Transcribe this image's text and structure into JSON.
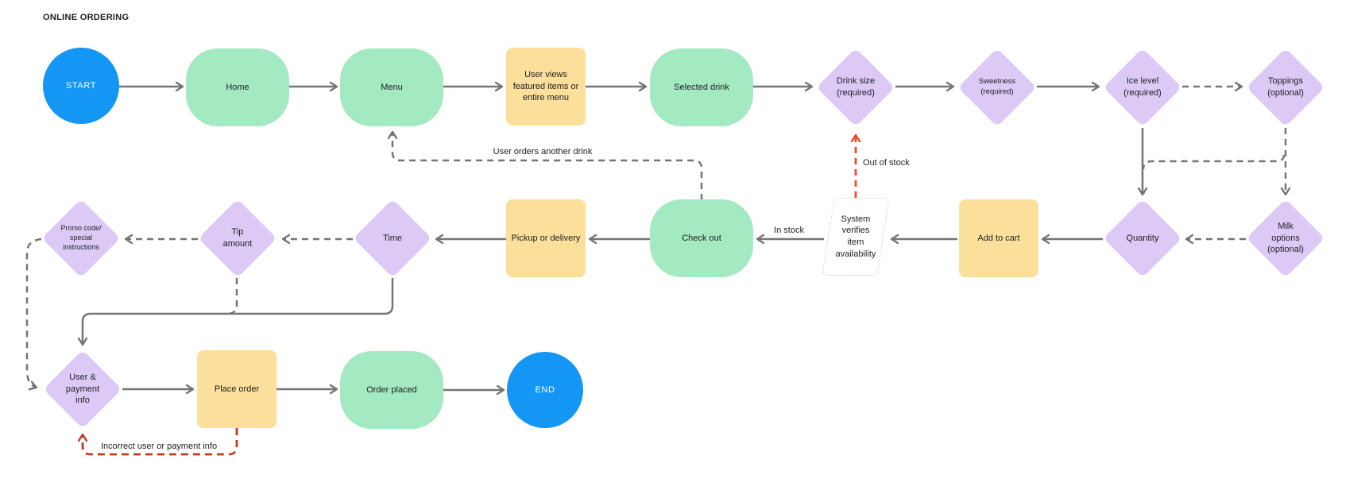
{
  "title": "ONLINE ORDERING",
  "colors": {
    "terminator": "#1496f5",
    "process": "#a3e9c1",
    "io": "#fbdf9b",
    "decision": "#dcc9f6",
    "connector": "#757575",
    "error": "#c63a20",
    "error_bright": "#ee4b26",
    "verify_border": "#d6d6d6",
    "text": "#1e1e1e",
    "text_on_blue": "#ffffff",
    "background": "#ffffff"
  },
  "nodes": {
    "start": {
      "label": "START",
      "type": "terminator"
    },
    "home": {
      "label": "Home",
      "type": "process"
    },
    "menu": {
      "label": "Menu",
      "type": "process"
    },
    "view_items": {
      "label": "User views\nfeatured items or\nentire menu",
      "type": "input-output"
    },
    "selected_drink": {
      "label": "Selected drink",
      "type": "process"
    },
    "drink_size": {
      "label": "Drink size\n(required)",
      "type": "decision"
    },
    "sweetness": {
      "label": "Sweetness\n(required)",
      "type": "decision"
    },
    "ice_level": {
      "label": "Ice level\n(required)",
      "type": "decision"
    },
    "toppings": {
      "label": "Toppings\n(optional)",
      "type": "decision"
    },
    "promo": {
      "label": "Promo code/\nspecial\ninstructions",
      "type": "decision"
    },
    "tip": {
      "label": "Tip\namount",
      "type": "decision"
    },
    "time": {
      "label": "Time",
      "type": "decision"
    },
    "pickup": {
      "label": "Pickup or delivery",
      "type": "input-output"
    },
    "checkout": {
      "label": "Check out",
      "type": "process"
    },
    "verify": {
      "label": "System\nverifies\nitem\navailability",
      "type": "system-dashed"
    },
    "add_cart": {
      "label": "Add to cart",
      "type": "input-output"
    },
    "quantity": {
      "label": "Quantity",
      "type": "decision"
    },
    "milk": {
      "label": "Milk\noptions\n(optional)",
      "type": "decision"
    },
    "user_payment": {
      "label": "User &\npayment\ninfo",
      "type": "decision"
    },
    "place_order": {
      "label": "Place order",
      "type": "input-output"
    },
    "order_placed": {
      "label": "Order placed",
      "type": "process"
    },
    "end": {
      "label": "END",
      "type": "terminator"
    }
  },
  "edge_labels": {
    "another_drink": "User orders another drink",
    "out_of_stock": "Out of stock",
    "in_stock": "In stock",
    "incorrect_info": "Incorrect user or payment info"
  },
  "edges": [
    {
      "from": "start",
      "to": "home",
      "style": "solid"
    },
    {
      "from": "home",
      "to": "menu",
      "style": "solid"
    },
    {
      "from": "menu",
      "to": "view_items",
      "style": "solid"
    },
    {
      "from": "view_items",
      "to": "selected_drink",
      "style": "solid"
    },
    {
      "from": "selected_drink",
      "to": "drink_size",
      "style": "solid"
    },
    {
      "from": "drink_size",
      "to": "sweetness",
      "style": "solid"
    },
    {
      "from": "sweetness",
      "to": "ice_level",
      "style": "solid"
    },
    {
      "from": "ice_level",
      "to": "toppings",
      "style": "dashed"
    },
    {
      "from": "ice_level",
      "to": "quantity",
      "style": "solid"
    },
    {
      "from": "toppings",
      "to": "milk",
      "style": "dashed"
    },
    {
      "from": "toppings",
      "to": "quantity",
      "style": "dashed"
    },
    {
      "from": "milk",
      "to": "quantity",
      "style": "dashed"
    },
    {
      "from": "quantity",
      "to": "add_cart",
      "style": "solid"
    },
    {
      "from": "add_cart",
      "to": "verify",
      "style": "solid"
    },
    {
      "from": "verify",
      "to": "checkout",
      "style": "solid",
      "label_key": "in_stock"
    },
    {
      "from": "verify",
      "to": "drink_size",
      "style": "red-dashed",
      "label_key": "out_of_stock"
    },
    {
      "from": "checkout",
      "to": "pickup",
      "style": "solid"
    },
    {
      "from": "checkout",
      "to": "menu",
      "style": "dashed",
      "label_key": "another_drink"
    },
    {
      "from": "pickup",
      "to": "time",
      "style": "solid"
    },
    {
      "from": "time",
      "to": "tip",
      "style": "dashed"
    },
    {
      "from": "tip",
      "to": "promo",
      "style": "dashed"
    },
    {
      "from": "time",
      "to": "user_payment",
      "style": "solid"
    },
    {
      "from": "tip",
      "to": "user_payment",
      "style": "dashed"
    },
    {
      "from": "promo",
      "to": "user_payment",
      "style": "dashed"
    },
    {
      "from": "user_payment",
      "to": "place_order",
      "style": "solid"
    },
    {
      "from": "place_order",
      "to": "user_payment",
      "style": "red-dashed",
      "label_key": "incorrect_info"
    },
    {
      "from": "place_order",
      "to": "order_placed",
      "style": "solid"
    },
    {
      "from": "order_placed",
      "to": "end",
      "style": "solid"
    }
  ]
}
